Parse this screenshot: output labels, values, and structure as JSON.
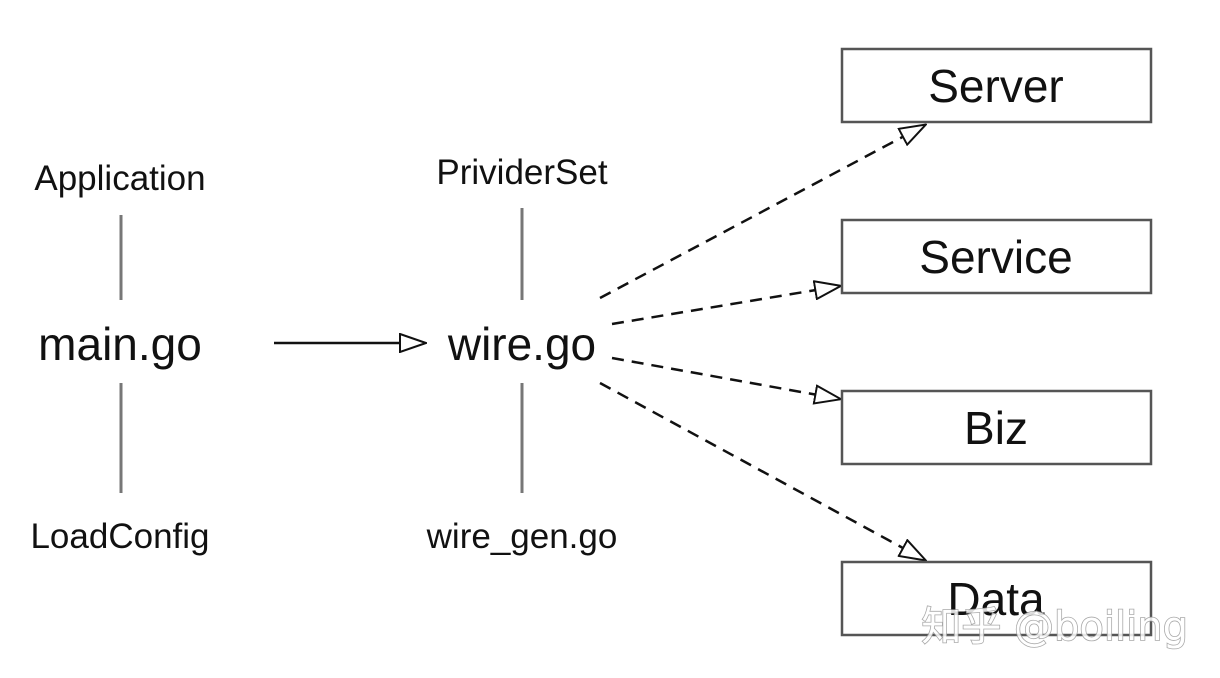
{
  "left": {
    "top_label": "Application",
    "center_label": "main.go",
    "bottom_label": "LoadConfig"
  },
  "middle": {
    "top_label": "PrividerSet",
    "center_label": "wire.go",
    "bottom_label": "wire_gen.go"
  },
  "boxes": [
    "Server",
    "Service",
    "Biz",
    "Data"
  ],
  "watermark": "知乎 @boiling"
}
